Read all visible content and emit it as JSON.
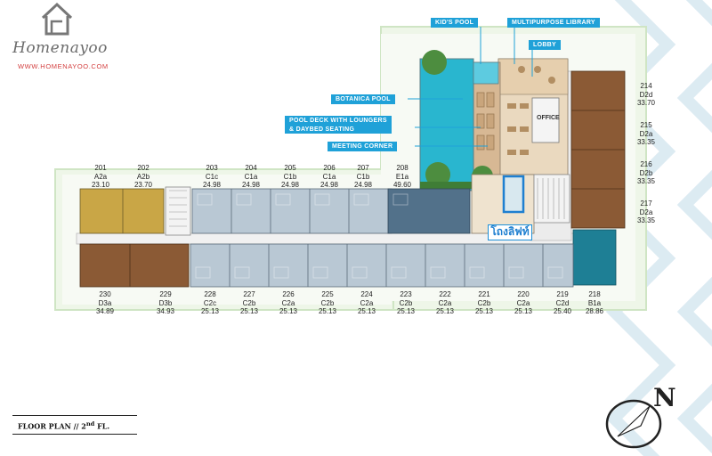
{
  "brand": {
    "name": "Homenayoo",
    "url": "WWW.HOMENAYOO.COM"
  },
  "amenities": {
    "kids_pool": "KID'S POOL",
    "multipurpose_library": "MULTIPURPOSE  LIBRARY",
    "lobby": "LOBBY",
    "botanica_pool": "BOTANICA POOL",
    "pool_deck_line1": "POOL DECK WITH LOUNGERS",
    "pool_deck_line2": "& DAYBED SEATING",
    "meeting_corner": "MEETING CORNER",
    "office": "OFFICE",
    "lift": "โถงลิฟท์"
  },
  "units_top": [
    {
      "no": "201",
      "type": "A2a",
      "area": "23.10"
    },
    {
      "no": "202",
      "type": "A2b",
      "area": "23.70"
    },
    {
      "no": "203",
      "type": "C1c",
      "area": "24.98"
    },
    {
      "no": "204",
      "type": "C1a",
      "area": "24.98"
    },
    {
      "no": "205",
      "type": "C1b",
      "area": "24.98"
    },
    {
      "no": "206",
      "type": "C1a",
      "area": "24.98"
    },
    {
      "no": "207",
      "type": "C1b",
      "area": "24.98"
    },
    {
      "no": "208",
      "type": "E1a",
      "area": "49.60"
    }
  ],
  "units_right": [
    {
      "no": "214",
      "type": "D2d",
      "area": "33.70"
    },
    {
      "no": "215",
      "type": "D2a",
      "area": "33.35"
    },
    {
      "no": "216",
      "type": "D2b",
      "area": "33.35"
    },
    {
      "no": "217",
      "type": "D2a",
      "area": "33.35"
    }
  ],
  "units_bottom": [
    {
      "no": "230",
      "type": "D3a",
      "area": "34.89"
    },
    {
      "no": "229",
      "type": "D3b",
      "area": "34.93"
    },
    {
      "no": "228",
      "type": "C2c",
      "area": "25.13"
    },
    {
      "no": "227",
      "type": "C2b",
      "area": "25.13"
    },
    {
      "no": "226",
      "type": "C2a",
      "area": "25.13"
    },
    {
      "no": "225",
      "type": "C2b",
      "area": "25.13"
    },
    {
      "no": "224",
      "type": "C2a",
      "area": "25.13"
    },
    {
      "no": "223",
      "type": "C2b",
      "area": "25.13"
    },
    {
      "no": "222",
      "type": "C2a",
      "area": "25.13"
    },
    {
      "no": "221",
      "type": "C2b",
      "area": "25.13"
    },
    {
      "no": "220",
      "type": "C2a",
      "area": "25.13"
    },
    {
      "no": "219",
      "type": "C2d",
      "area": "25.40"
    },
    {
      "no": "218",
      "type": "B1a",
      "area": "28.86"
    }
  ],
  "floor_plan": {
    "prefix": "FLOOR PLAN // 2",
    "sup": "nd",
    "suffix": " FL."
  },
  "compass": {
    "north": "N"
  },
  "colors": {
    "accent": "#1fa1d8",
    "unit_a": "#c9a646",
    "unit_c": "#b9c8d4",
    "unit_e": "#52718a",
    "unit_d": "#8b5a35",
    "unit_b": "#1e7f95",
    "pool": "#29b6cf",
    "chevron": "#d8e8ef"
  }
}
